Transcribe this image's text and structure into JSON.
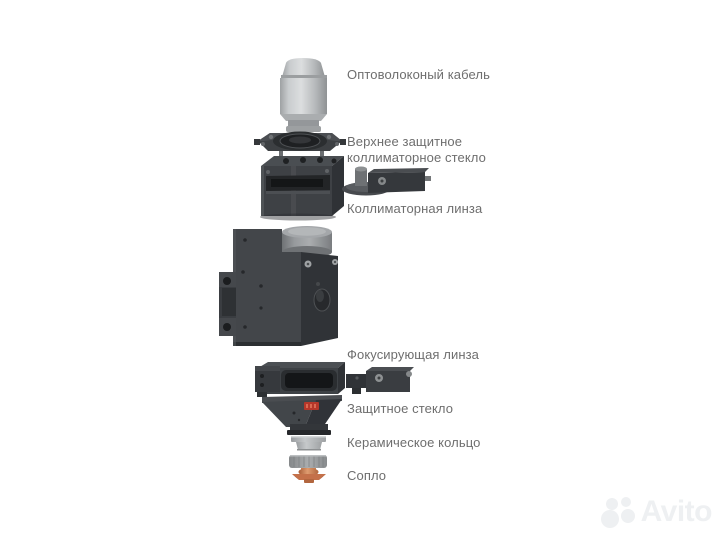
{
  "diagram": {
    "labels": {
      "fiber_cable": "Оптоволоконый кабель",
      "upper_glass": "Верхнее защитное коллиматорное стекло",
      "collimator_lens": "Коллиматорная линза",
      "focusing_lens": "Фокусирующая линза",
      "protective_glass": "Защитное стекло",
      "ceramic_ring": "Керамическое кольцо",
      "nozzle": "Сопло"
    },
    "colors": {
      "part_dark": "#3e4145",
      "part_darker": "#2f3236",
      "metal_light": "#c9ccce",
      "label_text": "#6e6e6e",
      "badge_red": "#b5372a",
      "nozzle_copper": "#cd7a4e",
      "watermark_gray": "#eef0f2"
    }
  },
  "watermark": {
    "brand": "Avito"
  }
}
